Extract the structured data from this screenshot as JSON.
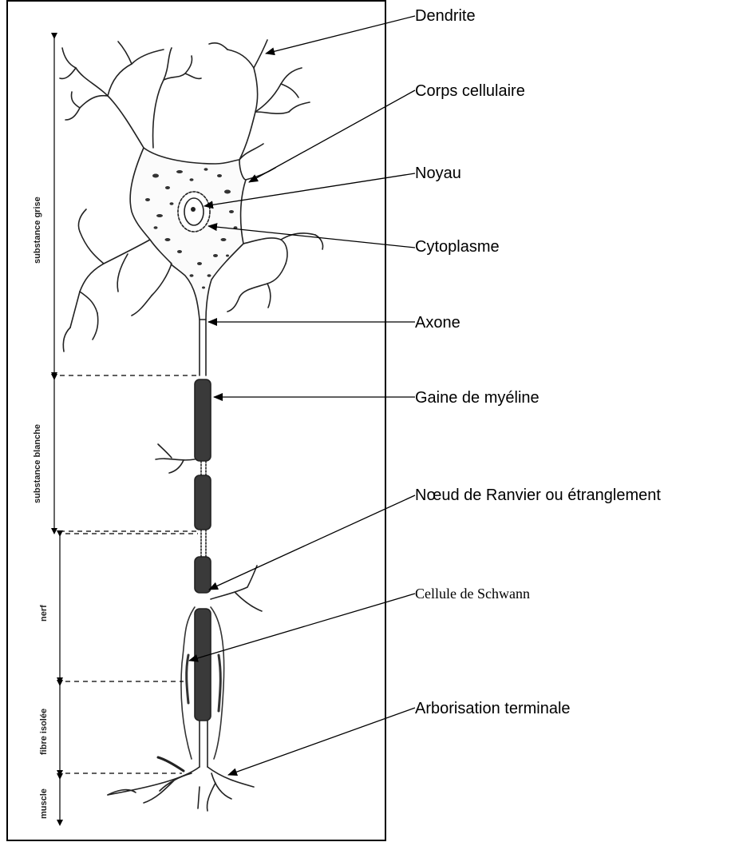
{
  "labels": {
    "dendrite": "Dendrite",
    "corps_cellulaire": "Corps cellulaire",
    "noyau": "Noyau",
    "cytoplasme": "Cytoplasme",
    "axone": "Axone",
    "gaine_myeline": "Gaine de myéline",
    "noeud_ranvier": "Nœud de Ranvier ou étranglement",
    "cellule_schwann": "Cellule de Schwann",
    "arborisation": "Arborisation terminale"
  },
  "regions": {
    "substance_grise": "substance grise",
    "substance_blanche": "substance blanche",
    "nerf": "nerf",
    "fibre_isolee": "fibre isolée",
    "muscle": "muscle"
  }
}
